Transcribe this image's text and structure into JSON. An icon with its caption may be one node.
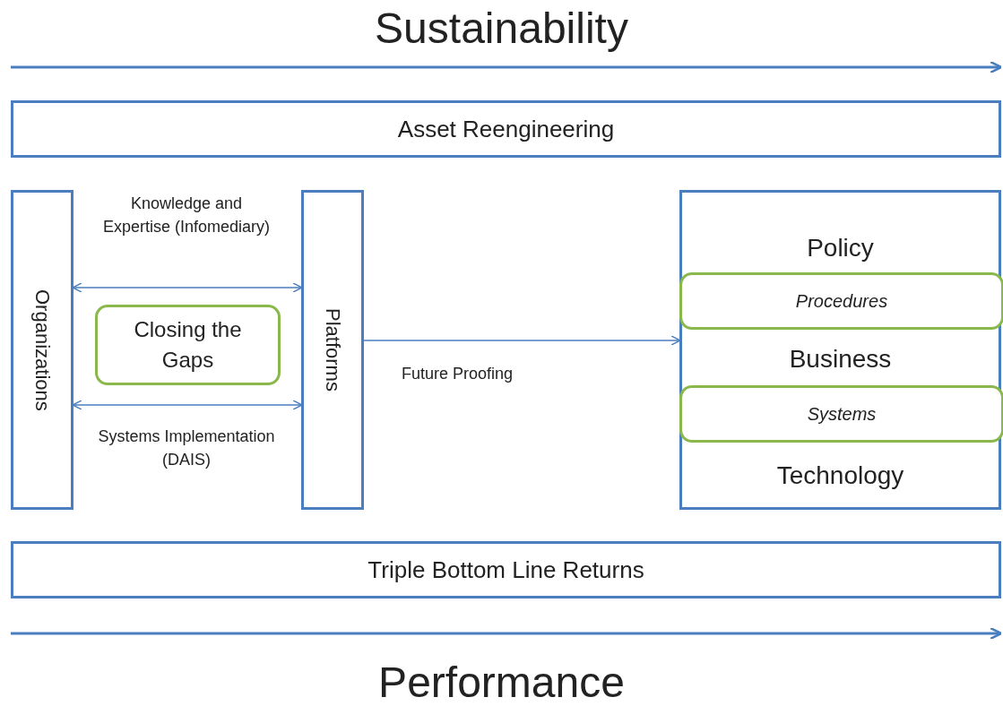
{
  "diagram": {
    "title": "Sustainability",
    "caption": "Performance",
    "nodes": [
      {
        "text": [
          "Asset Reengineering"
        ]
      },
      {
        "text": [
          "Organizations"
        ]
      },
      {
        "text": [
          "Closing the Gaps"
        ]
      },
      {
        "text": [
          "Platforms"
        ]
      },
      {
        "text": [
          "Policy",
          "Business",
          "Technology"
        ]
      },
      {
        "text": [
          "Procedures"
        ],
        "in": 4
      },
      {
        "text": [
          "Systems"
        ],
        "in": 4
      },
      {
        "text": [
          "Triple Bottom Line Returns"
        ]
      }
    ],
    "edges": [
      {
        "from": 1,
        "to": 3,
        "arrow": "both",
        "label": "Knowledge and Expertise (Infomediary)"
      },
      {
        "from": 1,
        "to": 3,
        "arrow": "both",
        "label": "Systems Implementation (DAIS)"
      },
      {
        "from": 3,
        "to": 4,
        "arrow": "to",
        "label": "Future Proofing"
      }
    ]
  }
}
